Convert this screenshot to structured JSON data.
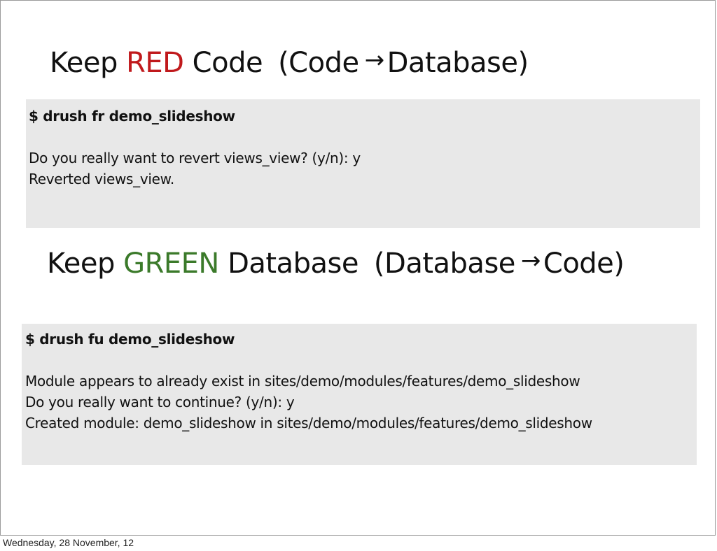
{
  "section_red": {
    "prefix": "Keep",
    "keyword": "RED",
    "suffix": "Code",
    "paren_open": "(Code",
    "arrow": "→",
    "paren_close": "Database)",
    "terminal": {
      "command": "$ drush fr demo_slideshow",
      "lines": [
        "Do you really want to revert views_view? (y/n): y",
        "Reverted views_view."
      ]
    }
  },
  "section_green": {
    "prefix": "Keep",
    "keyword": "GREEN",
    "suffix": "Database",
    "paren_open": "(Database",
    "arrow": "→",
    "paren_close": "Code)",
    "terminal": {
      "command": "$ drush fu demo_slideshow",
      "lines": [
        "Module appears to already exist in sites/demo/modules/features/demo_slideshow",
        "Do you really want to continue? (y/n): y",
        "Created module: demo_slideshow in sites/demo/modules/features/demo_slideshow"
      ]
    }
  },
  "footer": {
    "date": "Wednesday, 28 November, 12"
  },
  "colors": {
    "red_keyword": "#c0191c",
    "green_keyword": "#3b7a2a",
    "terminal_background": "#e8e8e8"
  }
}
